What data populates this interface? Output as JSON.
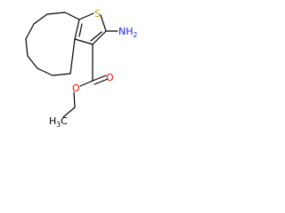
{
  "molecule": {
    "atoms": {
      "sulfur": "S",
      "amine": "NH",
      "amine_count": "2",
      "carbonyl_oxygen": "O",
      "ester_oxygen": "O",
      "methyl": "H",
      "methyl_carbon": "C",
      "methyl_count": "3"
    },
    "colors": {
      "bond": "#000000",
      "sulfur": "#b5a300",
      "nitrogen": "#1a1aff",
      "oxygen": "#ff0000",
      "carbon": "#000000"
    }
  }
}
